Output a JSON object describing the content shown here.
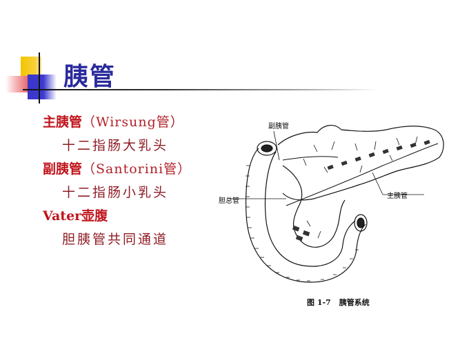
{
  "slide": {
    "title": "胰管",
    "bullets": [
      {
        "heading": "主胰管",
        "paren": "（Wirsung管）",
        "detail": "十二指肠大乳头"
      },
      {
        "heading": "副胰管",
        "paren": "（Santorini管）",
        "detail": "十二指肠小乳头"
      },
      {
        "heading": "Vater壶腹",
        "paren": "",
        "detail": "胆胰管共同通道"
      }
    ],
    "colors": {
      "title": "#2a2a9c",
      "heading": "#c0141c",
      "detail": "#8e1c24",
      "deco_yellow": "#f3c400",
      "deco_red": "#e0505a",
      "deco_blue": "#3a36c8"
    }
  },
  "figure": {
    "labels": {
      "accessory_duct": "副胰管",
      "main_duct": "主胰管",
      "common_bile_duct": "胆总管"
    },
    "caption_number": "图 1-7",
    "caption_text": "胰管系统"
  }
}
